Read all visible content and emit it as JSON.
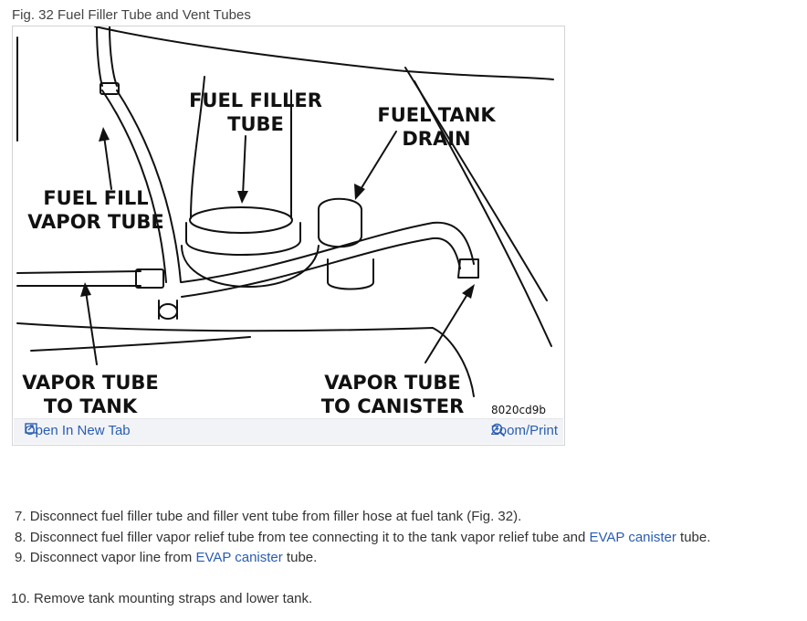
{
  "figure": {
    "caption": "Fig. 32 Fuel Filler Tube and Vent Tubes",
    "labels": {
      "fuel_filler_tube": [
        "FUEL FILLER",
        "TUBE"
      ],
      "fuel_tank_drain": [
        "FUEL TANK",
        "DRAIN"
      ],
      "fuel_fill_vapor_tube": [
        "FUEL FILL",
        "VAPOR TUBE"
      ],
      "vapor_tube_to_tank": [
        "VAPOR TUBE",
        "TO TANK"
      ],
      "vapor_tube_to_canister": [
        "VAPOR TUBE",
        "TO CANISTER"
      ]
    },
    "figure_code": "8020cd9b",
    "open_new_tab_label": "Open In New Tab",
    "zoom_print_label": "Zoom/Print",
    "icons": {
      "open": "open-new-tab-icon",
      "zoom": "zoom-icon"
    },
    "link_color": "#2a5db0"
  },
  "steps": [
    {
      "num": "7.",
      "before": "Disconnect fuel filler tube and filler vent tube from filler hose at fuel tank (Fig. 32).",
      "link": "",
      "after": ""
    },
    {
      "num": "8.",
      "before": "Disconnect fuel filler vapor relief tube from tee connecting it to the tank vapor relief tube and ",
      "link": "EVAP canister",
      "after": " tube."
    },
    {
      "num": "9.",
      "before": "Disconnect vapor line from ",
      "link": "EVAP canister",
      "after": " tube."
    },
    {
      "num": "10.",
      "before": "Remove tank mounting straps and lower tank.",
      "link": "",
      "after": ""
    }
  ]
}
